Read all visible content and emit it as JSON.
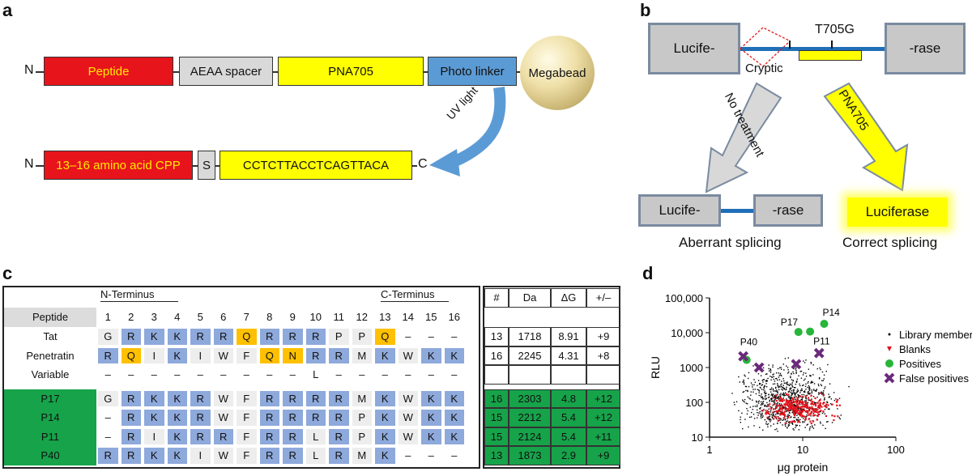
{
  "panels": {
    "a": "a",
    "b": "b",
    "c": "c",
    "d": "d"
  },
  "panel_a": {
    "n1": "N",
    "peptide": "Peptide",
    "spacer": "AEAA spacer",
    "pna": "PNA705",
    "photo": "Photo linker",
    "bead": "Megabead",
    "uv": "UV light",
    "n2": "N",
    "cpp": "13–16 amino acid CPP",
    "s": "S",
    "seq": "CCTCTTACCTCAGTTACA",
    "c": "C"
  },
  "panel_b": {
    "lucife": "Lucife-",
    "rase": "-rase",
    "t705g": "T705G",
    "cryptic": "Cryptic",
    "no_treatment": "No treatment",
    "pna705": "PNA705",
    "lucife2": "Lucife-",
    "rase2": "-rase",
    "luciferase": "Luciferase",
    "aberrant": "Aberrant splicing",
    "correct": "Correct splicing"
  },
  "panel_c": {
    "n_terminus": "N-Terminus",
    "c_terminus": "C-Terminus",
    "peptide_header": "Peptide",
    "positions": [
      "1",
      "2",
      "3",
      "4",
      "5",
      "6",
      "7",
      "8",
      "9",
      "10",
      "11",
      "12",
      "13",
      "14",
      "15",
      "16"
    ],
    "stat_headers": [
      "#",
      "Da",
      "ΔG",
      "+/–"
    ],
    "rows": [
      {
        "name": "Tat",
        "seq": [
          "G",
          "R",
          "K",
          "K",
          "R",
          "R",
          "Q",
          "R",
          "R",
          "R",
          "P",
          "P",
          "Q",
          "–",
          "–",
          "–"
        ],
        "stats": [
          "13",
          "1718",
          "8.91",
          "+9"
        ]
      },
      {
        "name": "Penetratin",
        "seq": [
          "R",
          "Q",
          "I",
          "K",
          "I",
          "W",
          "F",
          "Q",
          "N",
          "R",
          "R",
          "M",
          "K",
          "W",
          "K",
          "K"
        ],
        "stats": [
          "16",
          "2245",
          "4.31",
          "+8"
        ]
      },
      {
        "name": "Variable",
        "seq": [
          "–",
          "–",
          "–",
          "–",
          "–",
          "–",
          "–",
          "–",
          "–",
          "L",
          "–",
          "–",
          "–",
          "–",
          "–",
          "–"
        ],
        "stats": [
          "",
          "",
          "",
          ""
        ]
      },
      {
        "name": "P17",
        "seq": [
          "G",
          "R",
          "K",
          "K",
          "R",
          "W",
          "F",
          "R",
          "R",
          "R",
          "R",
          "M",
          "K",
          "W",
          "K",
          "K"
        ],
        "stats": [
          "16",
          "2303",
          "4.8",
          "+12"
        ]
      },
      {
        "name": "P14",
        "seq": [
          "–",
          "R",
          "K",
          "K",
          "R",
          "W",
          "F",
          "R",
          "R",
          "R",
          "R",
          "P",
          "K",
          "W",
          "K",
          "K"
        ],
        "stats": [
          "15",
          "2212",
          "5.4",
          "+12"
        ]
      },
      {
        "name": "P11",
        "seq": [
          "–",
          "R",
          "I",
          "K",
          "R",
          "R",
          "F",
          "R",
          "R",
          "L",
          "R",
          "P",
          "K",
          "W",
          "K",
          "K"
        ],
        "stats": [
          "15",
          "2124",
          "5.4",
          "+11"
        ]
      },
      {
        "name": "P40",
        "seq": [
          "R",
          "R",
          "K",
          "K",
          "I",
          "W",
          "F",
          "R",
          "R",
          "L",
          "R",
          "M",
          "K",
          "–",
          "–",
          "–"
        ],
        "stats": [
          "13",
          "1873",
          "2.9",
          "+9"
        ]
      }
    ],
    "colors": {
      "basic": "#8ea9db",
      "polar": "#ffc000",
      "other": "#ededed",
      "hit": "#17a34a"
    }
  },
  "chart_data": {
    "type": "scatter",
    "xlabel": "μg protein",
    "ylabel": "RLU",
    "xscale": "log",
    "yscale": "log",
    "xlim": [
      1,
      100
    ],
    "ylim": [
      10,
      100000
    ],
    "xticks": [
      "1",
      "10",
      "100"
    ],
    "yticks": [
      "10",
      "100",
      "1000",
      "10,000",
      "100,000"
    ],
    "legend_position": "right",
    "series": [
      {
        "name": "Library members",
        "marker": "dot",
        "color": "#000000"
      },
      {
        "name": "Blanks",
        "marker": "triangle",
        "color": "#e3121b"
      },
      {
        "name": "Positives",
        "marker": "circle",
        "color": "#27b53a",
        "points": [
          {
            "label": "P17",
            "x": 9.0,
            "y": 10500
          },
          {
            "label": "P14",
            "x": 17,
            "y": 18000
          },
          {
            "label": "P11",
            "x": 12,
            "y": 10800
          },
          {
            "label": "P40",
            "x": 2.5,
            "y": 1650
          }
        ]
      },
      {
        "name": "False positives",
        "marker": "x",
        "color": "#6a2a7a",
        "points": [
          {
            "x": 2.3,
            "y": 2100
          },
          {
            "x": 3.4,
            "y": 1000
          },
          {
            "x": 8.5,
            "y": 1250
          },
          {
            "x": 15,
            "y": 2600
          }
        ]
      }
    ]
  }
}
